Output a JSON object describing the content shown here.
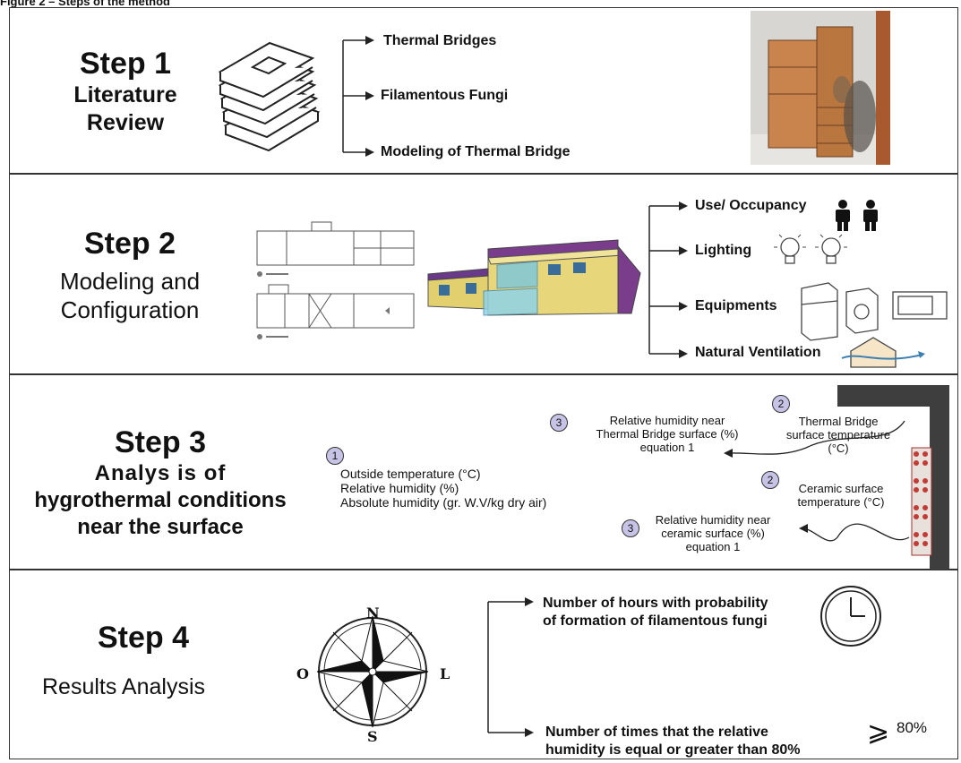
{
  "caption": "Figure 2 – Steps of the method",
  "step1": {
    "title": "Step 1",
    "subtitle_lines": [
      "Literature",
      "Review"
    ],
    "items": [
      "Thermal Bridges",
      "Filamentous Fungi",
      "Modeling of Thermal Bridge"
    ]
  },
  "step2": {
    "title": "Step 2",
    "subtitle_lines": [
      "Modeling and",
      "Configuration"
    ],
    "items": [
      "Use/ Occupancy",
      "Lighting",
      "Equipments",
      "Natural Ventilation"
    ]
  },
  "step3": {
    "title": "Step 3",
    "subtitle_lines": [
      "Analys is of",
      "hygrothermal conditions",
      "near the surface"
    ],
    "inputs_num": "1",
    "inputs": [
      "Outside temperature (°C)",
      "Relative humidity (%)",
      "Absolute humidity (gr. W.V/kg dry air)"
    ],
    "tb_temp_num": "2",
    "tb_temp_lines": [
      "Thermal Bridge",
      "surface temperature",
      "(°C)"
    ],
    "rh_tb_num": "3",
    "rh_tb_lines": [
      "Relative humidity near",
      "Thermal Bridge surface (%)",
      "equation 1"
    ],
    "ceramic_temp_num": "2",
    "ceramic_temp_lines": [
      "Ceramic surface",
      "temperature (°C)"
    ],
    "rh_ceramic_num": "3",
    "rh_ceramic_lines": [
      "Relative humidity near",
      "ceramic surface (%)",
      "equation 1"
    ]
  },
  "step4": {
    "title": "Step 4",
    "subtitle": "Results Analysis",
    "compass": {
      "n": "N",
      "s": "S",
      "e": "L",
      "w": "O"
    },
    "result1_lines": [
      "Number of hours with probability",
      "of formation of filamentous fungi"
    ],
    "result2_lines": [
      "Number of times that the relative",
      "humidity is equal or greater than 80%"
    ],
    "threshold_symbol": "⩾",
    "threshold_value": "80%"
  }
}
